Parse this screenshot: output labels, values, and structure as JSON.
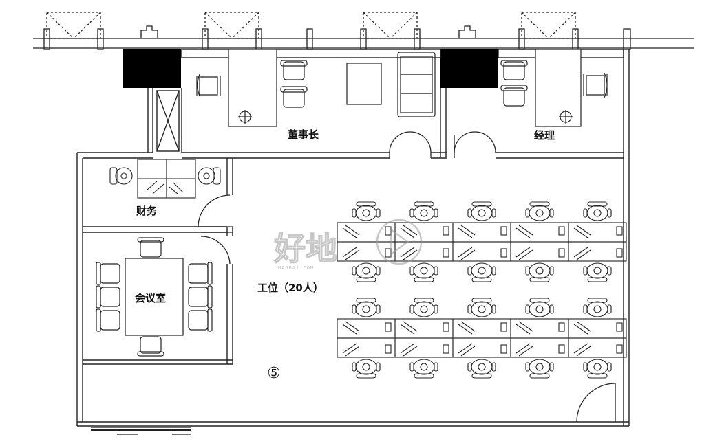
{
  "rooms": {
    "chairman": "董事长",
    "manager": "经理",
    "finance": "财务",
    "meeting": "会议室",
    "workstations": "工位（20人）",
    "unit_number": "⑤"
  },
  "watermark": {
    "text": "好地",
    "subtext": "HAODAI.COM"
  },
  "colors": {
    "line": "#222222",
    "fill_dark": "#000000",
    "watermark": "#9a9a9a"
  }
}
